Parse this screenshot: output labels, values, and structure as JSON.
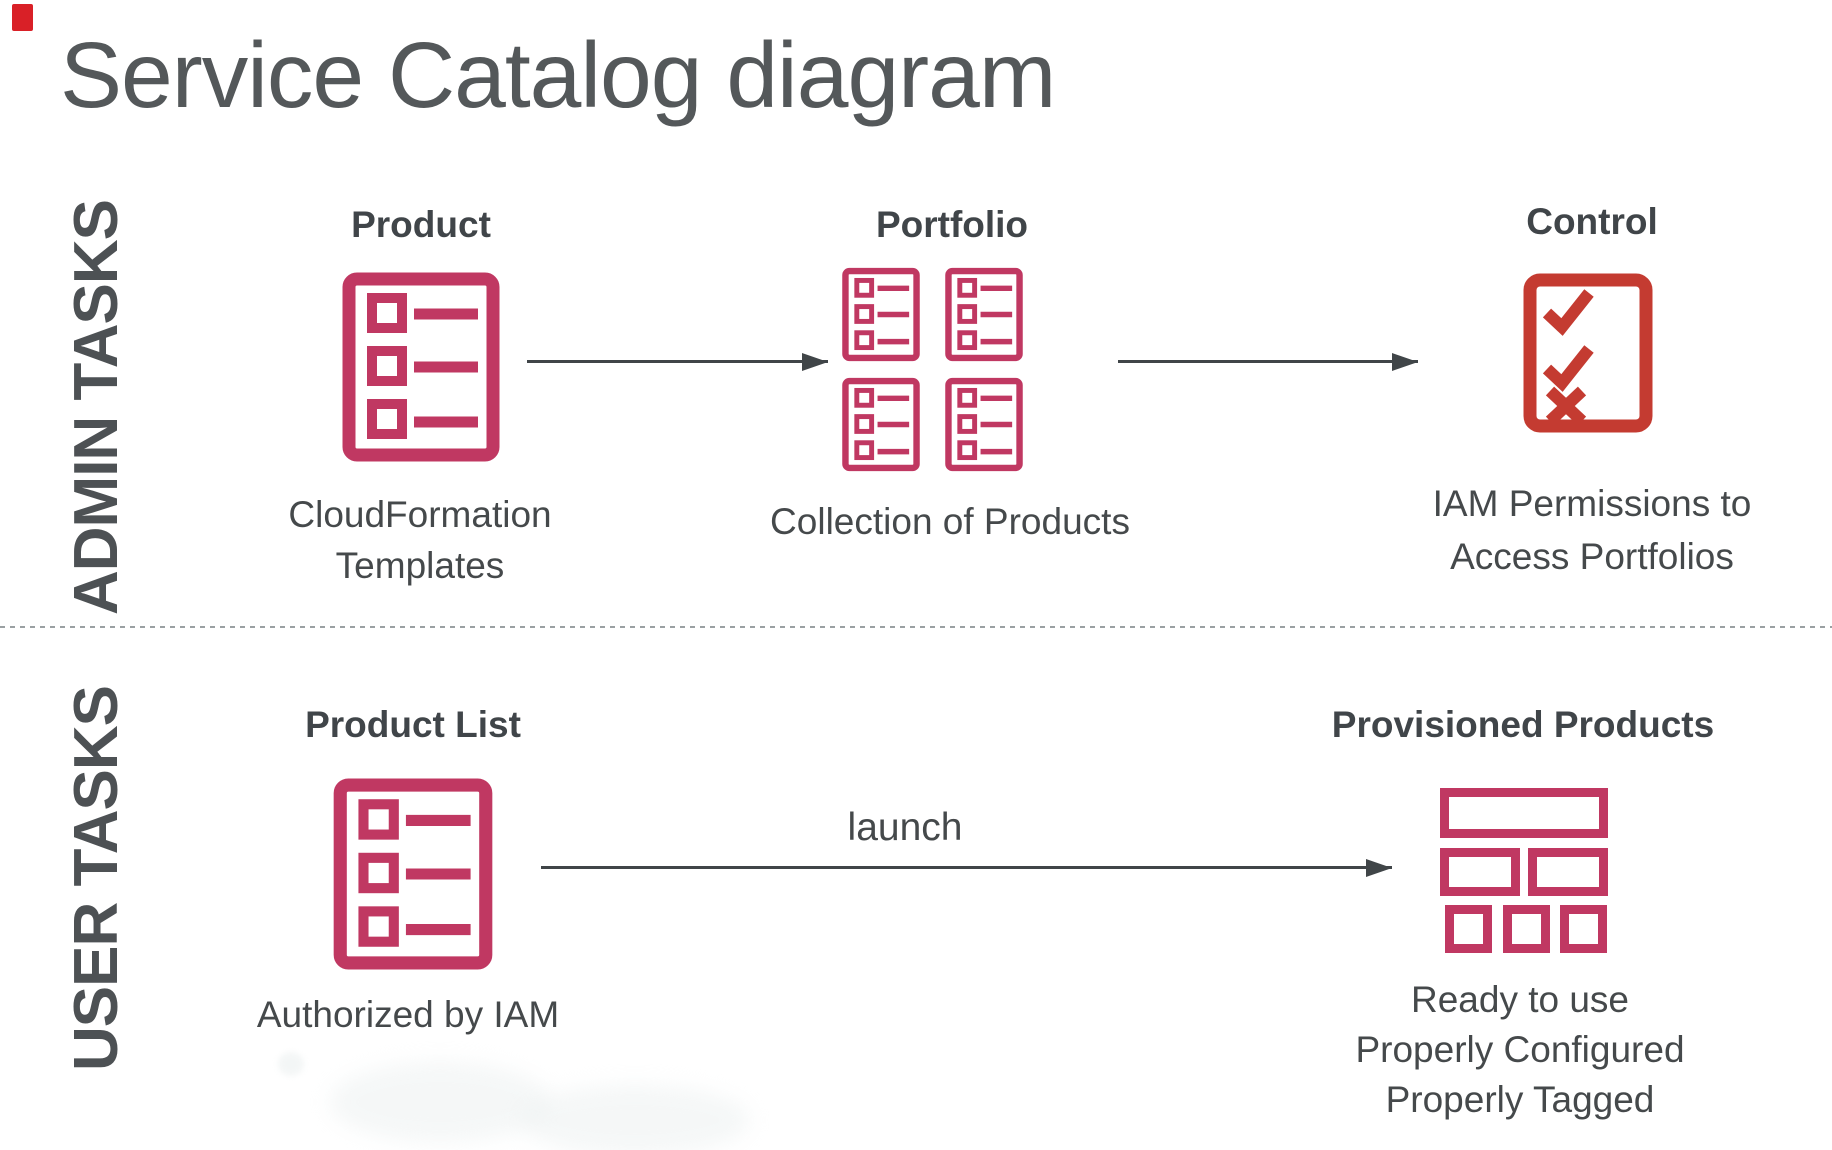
{
  "title": "Service Catalog diagram",
  "colors": {
    "magenta": "#c03862",
    "red": "#c43b31",
    "text": "#45494b",
    "arrow": "#404548",
    "divider": "#9aa0a2",
    "corner_marker": "#d92027"
  },
  "rows": {
    "admin": {
      "label": "ADMIN TASKS",
      "columns": [
        {
          "heading": "Product",
          "icon": "list-document-icon",
          "caption_lines": [
            "CloudFormation",
            "Templates"
          ]
        },
        {
          "heading": "Portfolio",
          "icon": "portfolio-grid-icon",
          "caption_lines": [
            "Collection of Products"
          ]
        },
        {
          "heading": "Control",
          "icon": "checklist-icon",
          "caption_lines": [
            "IAM Permissions to",
            "Access Portfolios"
          ]
        }
      ]
    },
    "user": {
      "label": "USER TASKS",
      "arrow_label": "launch",
      "columns": [
        {
          "heading": "Product List",
          "icon": "list-document-icon",
          "caption_lines": [
            "Authorized by IAM"
          ]
        },
        {
          "heading": "Provisioned Products",
          "icon": "bricks-icon",
          "caption_lines": [
            "Ready to use",
            "Properly Configured",
            "Properly Tagged"
          ]
        }
      ]
    }
  }
}
